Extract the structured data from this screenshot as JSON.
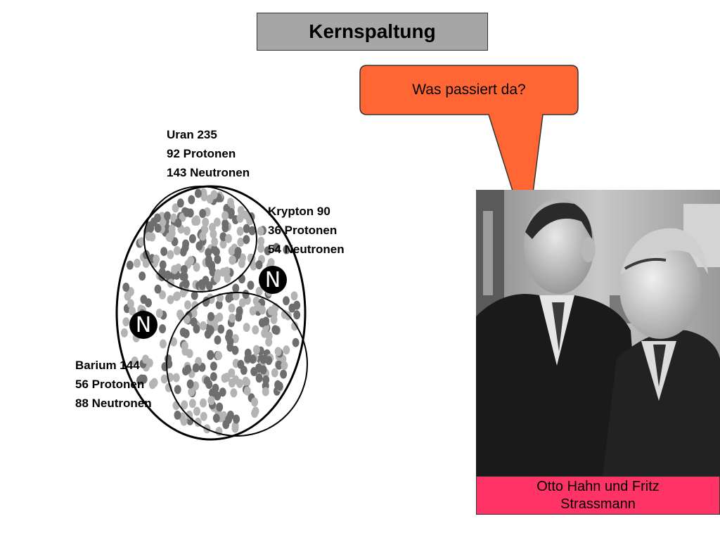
{
  "title": "Kernspaltung",
  "callout": {
    "text": "Was passiert da?",
    "color": "#ff6633"
  },
  "nucleus_uran": {
    "name": "Uran 235",
    "protons": "92 Protonen",
    "neutrons": "143 Neutronen"
  },
  "nucleus_krypton": {
    "name": "Krypton 90",
    "protons": "36 Protonen",
    "neutrons": "54 Neutronen"
  },
  "nucleus_barium": {
    "name": "Barium 144",
    "protons": "56 Protonen",
    "neutrons": "88 Neutronen"
  },
  "neutron_symbol": "N",
  "photo": {
    "caption_line1": "Otto Hahn und Fritz",
    "caption_line2": "Strassmann",
    "caption_color": "#ff3366"
  },
  "colors": {
    "title_bg": "#a6a6a6",
    "particle_dark": "#6e6e6e",
    "particle_light": "#b4b4b4"
  }
}
